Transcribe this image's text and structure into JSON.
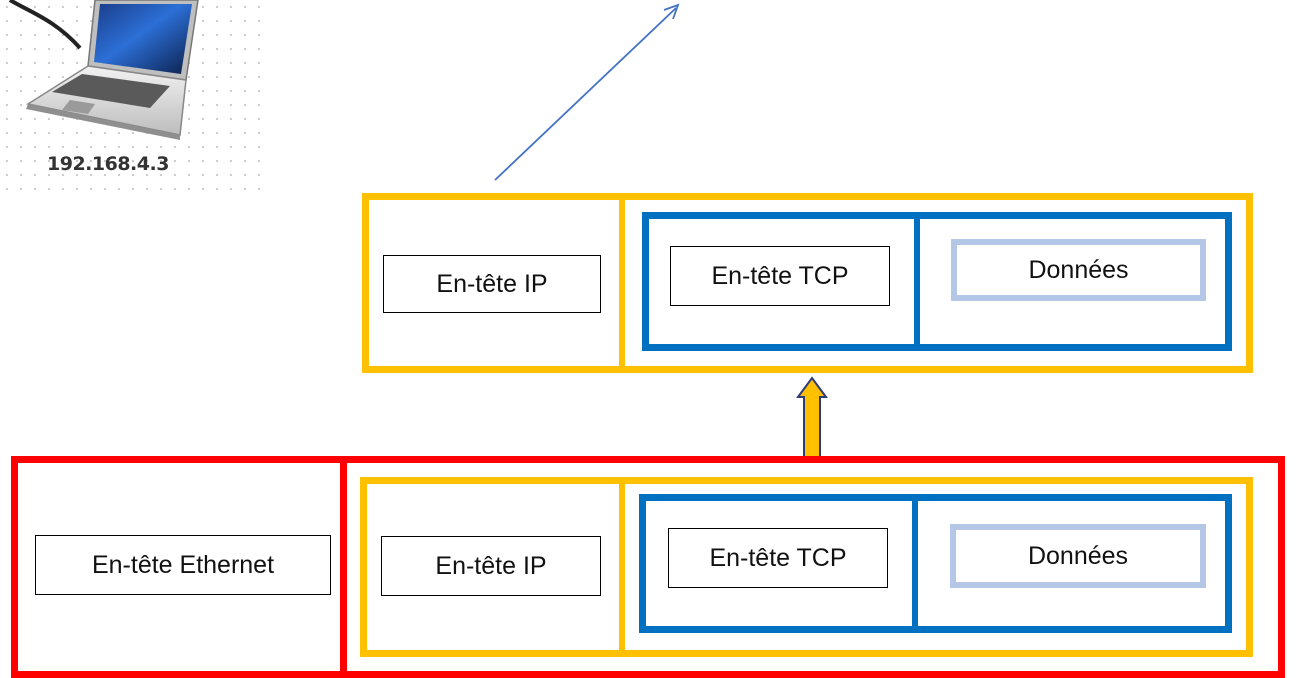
{
  "host": {
    "ip_address": "192.168.4.3",
    "icon": "laptop-icon"
  },
  "packet_ip": {
    "ip_header": "En-tête IP",
    "tcp_header": "En-tête TCP",
    "data": "Données"
  },
  "frame_ethernet": {
    "ethernet_header": "En-tête Ethernet",
    "ip_header": "En-tête IP",
    "tcp_header": "En-tête TCP",
    "data": "Données"
  },
  "colors": {
    "ethernet_layer": "#FF0000",
    "ip_layer": "#FFC000",
    "tcp_layer": "#0070C0",
    "data_layer": "#B4C7E7",
    "arrow": "#4472C4"
  }
}
